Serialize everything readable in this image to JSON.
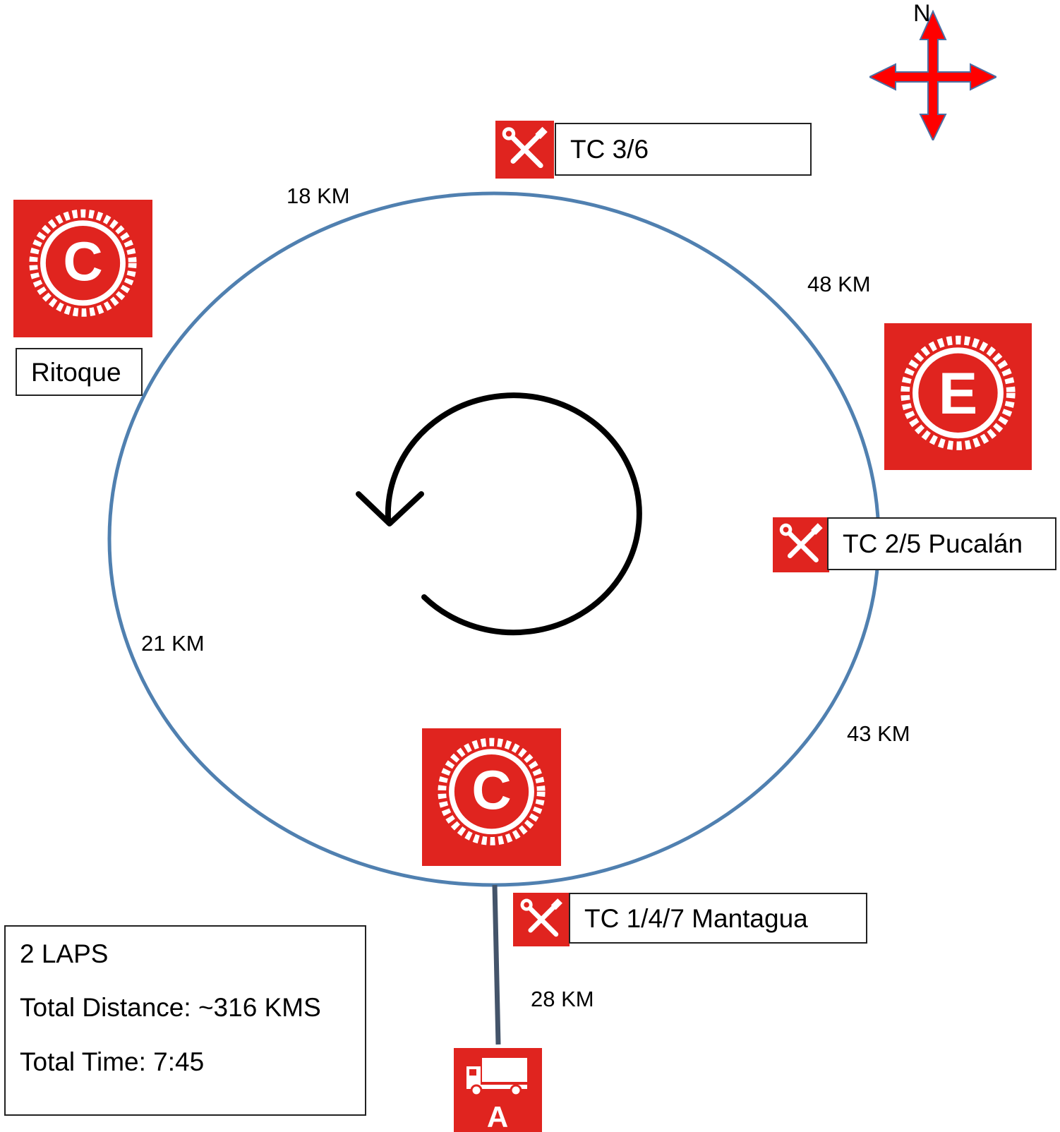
{
  "compass": {
    "north_label": "N",
    "arrow_color": "#ff0000",
    "outline_color": "#4a6fa5"
  },
  "route": {
    "loop_color": "#5080b0",
    "connector_color": "#44546a",
    "rotation_arrow": "counterclockwise-arrow"
  },
  "stage_signs": {
    "color": "#e0241f",
    "ritoque_sign": "C",
    "east_sign": "E",
    "bottom_sign": "C",
    "start_sign": "A"
  },
  "time_controls": {
    "tc_top": "TC 3/6",
    "tc_right": "TC 2/5 Pucalán",
    "tc_bottom": "TC 1/4/7 Mantagua",
    "icon": "wrench-screwdriver-icon"
  },
  "places": {
    "ritoque": "Ritoque"
  },
  "distances": {
    "d18": "18 KM",
    "d48": "48 KM",
    "d21": "21 KM",
    "d43": "43 KM",
    "d28": "28 KM"
  },
  "summary": {
    "laps": "2 LAPS",
    "distance": "Total Distance: ~316 KMS",
    "time": "Total Time: 7:45"
  }
}
